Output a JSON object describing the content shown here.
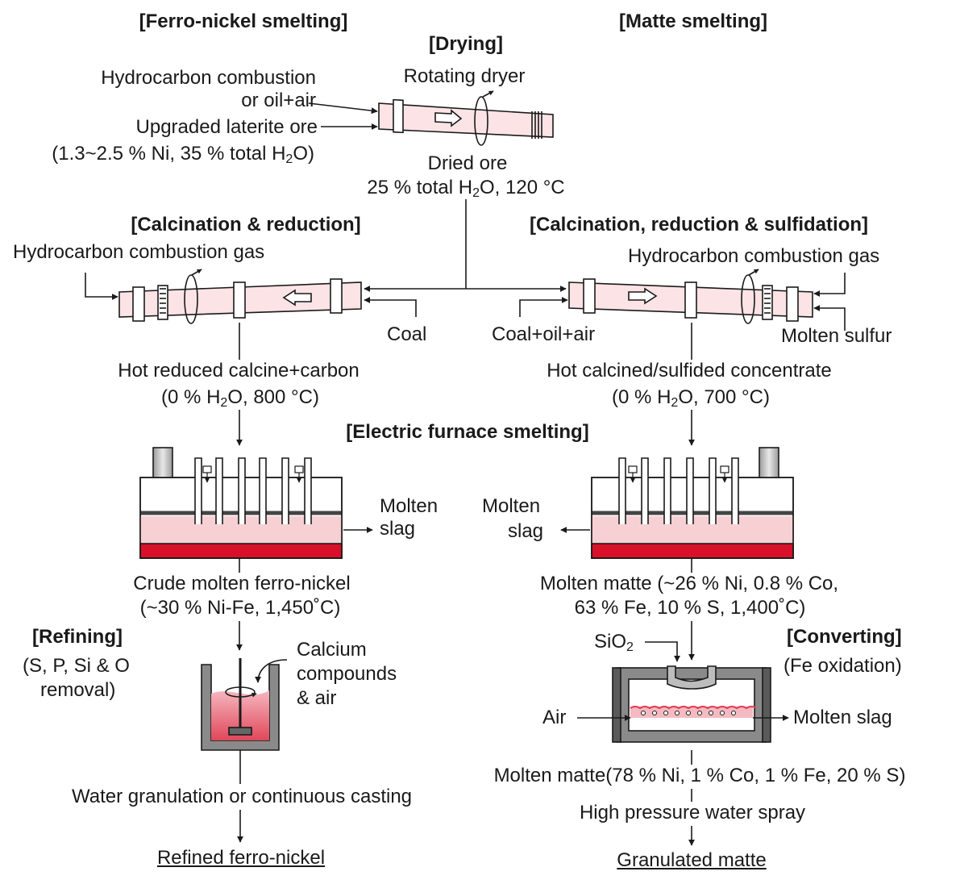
{
  "headings": {
    "ferro_nickel": "[Ferro-nickel smelting]",
    "matte": "[Matte smelting]",
    "drying": "[Drying]",
    "calcination_reduction": "[Calcination & reduction]",
    "calcination_sulfidation": "[Calcination, reduction & sulfidation]",
    "electric_furnace": "[Electric furnace smelting]",
    "refining": "[Refining]",
    "converting": "[Converting]"
  },
  "drying": {
    "fuel_line1": "Hydrocarbon combustion",
    "fuel_line2": "or oil+air",
    "ore": "Upgraded laterite ore",
    "ore_comp_a": "(1.3~2.5 % Ni, 35 % total H",
    "ore_comp_sub": "2",
    "ore_comp_b": "O)",
    "dryer": "Rotating dryer",
    "dried": "Dried ore",
    "dried_comp_a": "25 % total H",
    "dried_comp_sub": "2",
    "dried_comp_b": "O, 120 °C"
  },
  "left": {
    "gas": "Hydrocarbon combustion gas",
    "coal": "Coal",
    "calcine": "Hot reduced calcine+carbon",
    "calcine_comp_a": "(0 % H",
    "calcine_comp_sub": "2",
    "calcine_comp_b": "O, 800 °C)",
    "slag_1": "Molten",
    "slag_2": "slag",
    "crude": "Crude molten  ferro-nickel",
    "crude_comp": "(~30 % Ni-Fe, 1,450˚C)",
    "refining_note_1": "(S, P, Si & O",
    "refining_note_2": "removal)",
    "calcium_1": "Calcium",
    "calcium_2": "compounds",
    "calcium_3": "& air",
    "casting": "Water granulation or continuous casting",
    "product": "Refined ferro-nickel"
  },
  "right": {
    "gas": "Hydrocarbon combustion gas",
    "coal": "Coal+oil+air",
    "sulfur": "Molten sulfur",
    "concentrate": "Hot calcined/sulfided concentrate",
    "conc_comp_a": "(0 % H",
    "conc_comp_sub": "2",
    "conc_comp_b": "O, 700 °C)",
    "slag_1": "Molten",
    "slag_2": "slag",
    "matte_1": "Molten matte (~26 % Ni, 0.8 % Co,",
    "matte_2": "63 % Fe, 10 % S, 1,400˚C)",
    "sio2_a": "SiO",
    "sio2_sub": "2",
    "converting_note": "(Fe oxidation)",
    "air": "Air",
    "conv_slag": "Molten slag",
    "matte_final": "Molten matte(78 % Ni, 1 % Co, 1 % Fe, 20 % S)",
    "spray": "High pressure water spray",
    "product": "Granulated matte"
  },
  "colors": {
    "kiln": "#fbe3e6",
    "slag": "#f7d0d3",
    "metal": "#d9102a",
    "ladle_melt": "#ef8d98",
    "steel": "#8a8a8a",
    "line": "#1a1a1a"
  }
}
